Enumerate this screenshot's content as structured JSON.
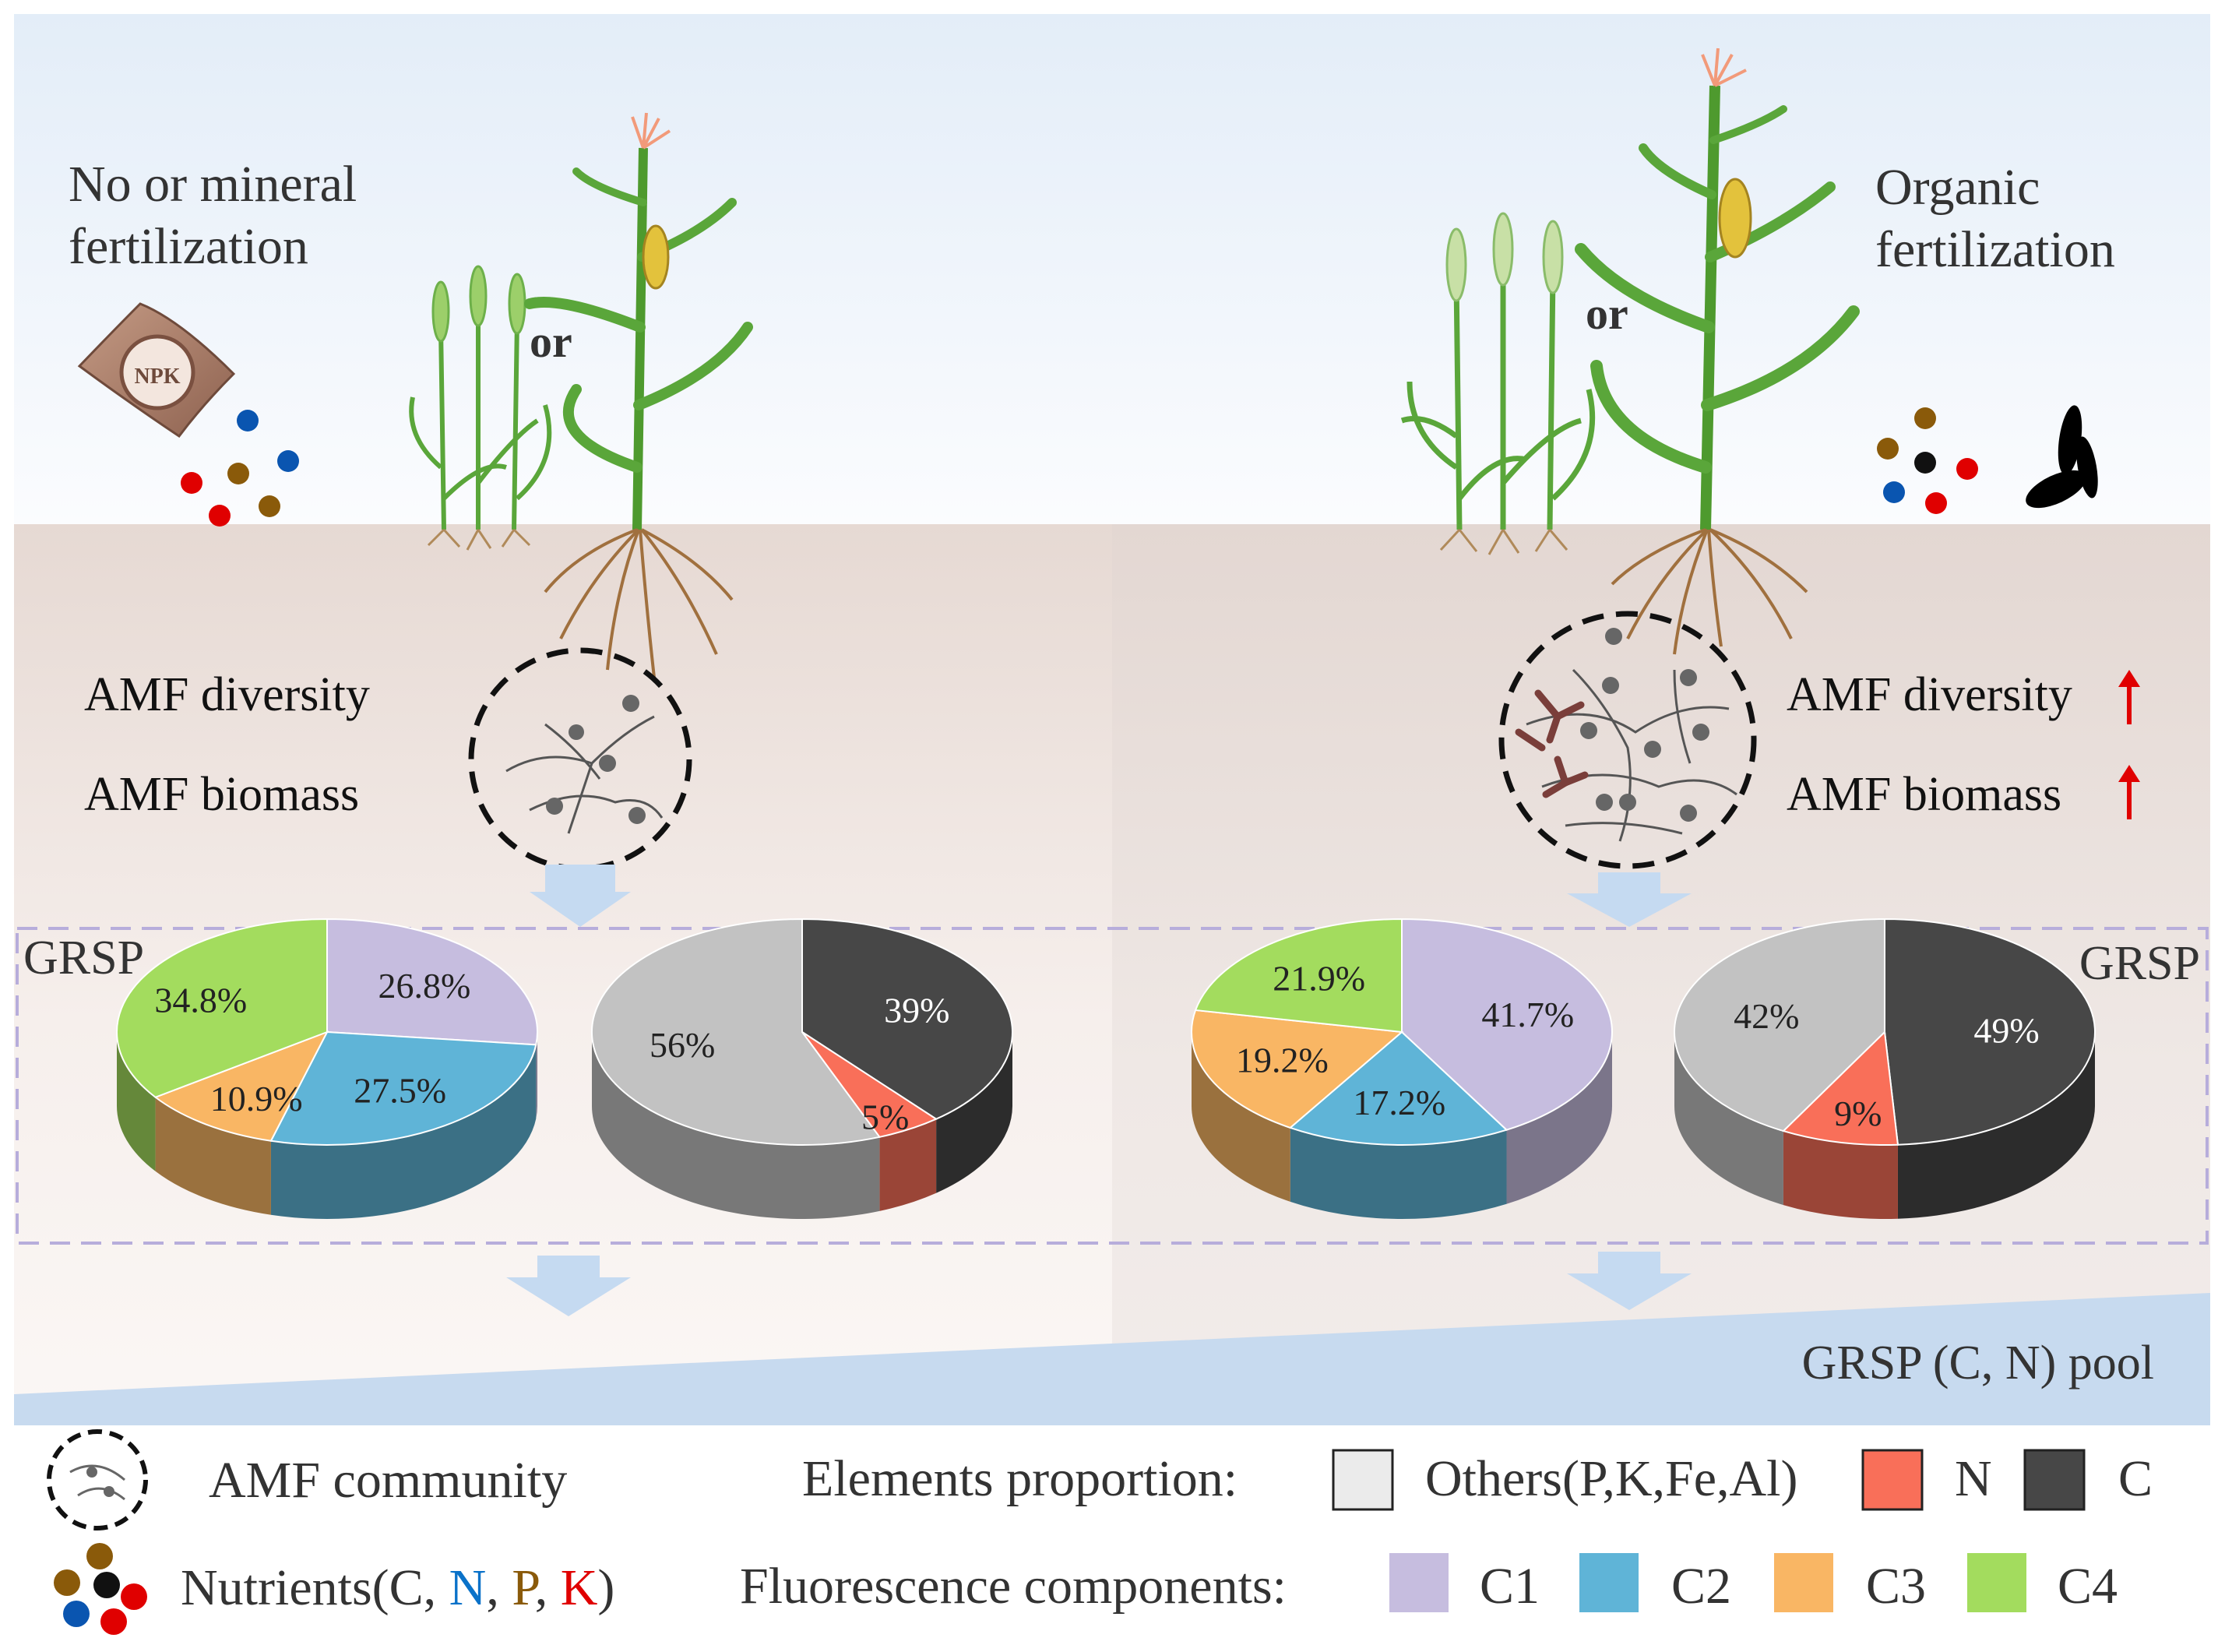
{
  "left_panel": {
    "title_line1": "No or mineral",
    "title_line2": "fertilization",
    "fertilizer_bag_label": "NPK",
    "or_label": "or",
    "amf_diversity_label": "AMF diversity",
    "amf_biomass_label": "AMF biomass",
    "grsp_label": "GRSP"
  },
  "right_panel": {
    "title_line1": "Organic",
    "title_line2": "fertilization",
    "or_label": "or",
    "amf_diversity_label": "AMF diversity",
    "amf_biomass_label": "AMF biomass",
    "increase_arrow_color": "#e00000",
    "grsp_label": "GRSP"
  },
  "pool_label": "GRSP (C, N) pool",
  "colors": {
    "C1": "#c6bddf",
    "C2": "#5fb4d7",
    "C3": "#f9b664",
    "C4": "#a3dc5e",
    "others": "#c2c2c2",
    "N": "#f96f59",
    "C": "#474747",
    "flow_arrow": "#c5daf1",
    "pool_wedge": "#c7daef",
    "dashed_box": "#b7addb"
  },
  "chart_data": [
    {
      "id": "left-fluorescence",
      "type": "pie",
      "labels": [
        "C1",
        "C2",
        "C3",
        "C4"
      ],
      "values": [
        26.8,
        27.5,
        10.9,
        34.8
      ],
      "display_labels": [
        "26.8%",
        "27.5%",
        "10.9%",
        "34.8%"
      ]
    },
    {
      "id": "left-elements",
      "type": "pie",
      "labels": [
        "C",
        "N",
        "Others(P,K,Fe,Al)"
      ],
      "values": [
        39,
        5,
        56
      ],
      "display_labels": [
        "39%",
        "5%",
        "56%"
      ]
    },
    {
      "id": "right-fluorescence",
      "type": "pie",
      "labels": [
        "C1",
        "C2",
        "C3",
        "C4"
      ],
      "values": [
        41.7,
        17.2,
        19.2,
        21.9
      ],
      "display_labels": [
        "41.7%",
        "17.2%",
        "19.2%",
        "21.9%"
      ]
    },
    {
      "id": "right-elements",
      "type": "pie",
      "labels": [
        "C",
        "N",
        "Others(P,K,Fe,Al)"
      ],
      "values": [
        49,
        9,
        42
      ],
      "display_labels": [
        "49%",
        "9%",
        "42%"
      ]
    }
  ],
  "legend": {
    "amf_community_label": "AMF community",
    "nutrients_prefix": "Nutrients(C, ",
    "nutrients_n": "N",
    "nutrients_sep1": ", ",
    "nutrients_p": "P",
    "nutrients_sep2": ", ",
    "nutrients_k": "K",
    "nutrients_suffix": ")",
    "nutrient_colors": {
      "N": "#0a72c9",
      "P": "#8a5a0a",
      "K": "#e00000"
    },
    "elements_title": "Elements proportion:",
    "elements_items": [
      "Others(P,K,Fe,Al)",
      "N",
      "C"
    ],
    "fluorescence_title": "Fluorescence components:",
    "fluorescence_items": [
      "C1",
      "C2",
      "C3",
      "C4"
    ]
  }
}
